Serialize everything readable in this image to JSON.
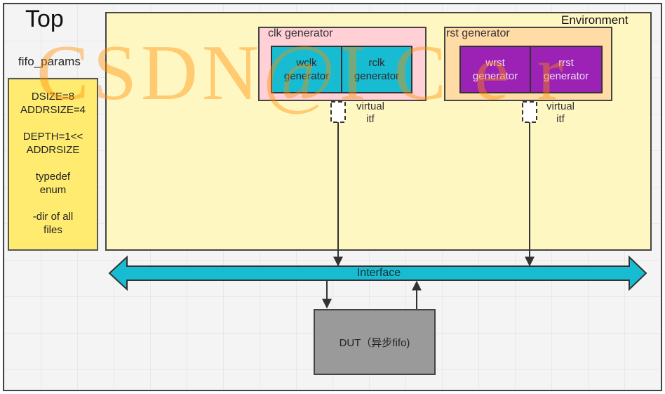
{
  "top": {
    "title": "Top"
  },
  "fifo_params": {
    "title": "fifo_params",
    "lines": [
      "DSIZE=8\nADDRSIZE=4",
      "DEPTH=1<<\nADDRSIZE",
      "typedef\nenum",
      "-dir of all\nfiles"
    ]
  },
  "environment": {
    "title": "Environment",
    "clk_generator": {
      "title": "clk generator",
      "wclk": "wclk\ngenerator",
      "rclk": "rclk\ngenerator"
    },
    "rst_generator": {
      "title": "rst generator",
      "wrst": "wrst\ngenerator",
      "rrst": "rrst\ngenerator"
    },
    "virtual_itf_clk": "virtual\nitf",
    "virtual_itf_rst": "virtual\nitf"
  },
  "interface": {
    "label": "Interface"
  },
  "dut": {
    "label": "DUT（异步fifo)"
  },
  "watermark": {
    "text": "CSDN@I C e r"
  },
  "colors": {
    "params_fill": "#ffeb70",
    "environment_fill": "#fff7c2",
    "clk_fill": "#ffd0d6",
    "rst_fill": "#ffdba6",
    "clk_gen_fill": "#18bcd2",
    "rst_gen_fill": "#9b22b4",
    "interface_fill": "#18bcd2",
    "dut_fill": "#9a9a9a"
  }
}
